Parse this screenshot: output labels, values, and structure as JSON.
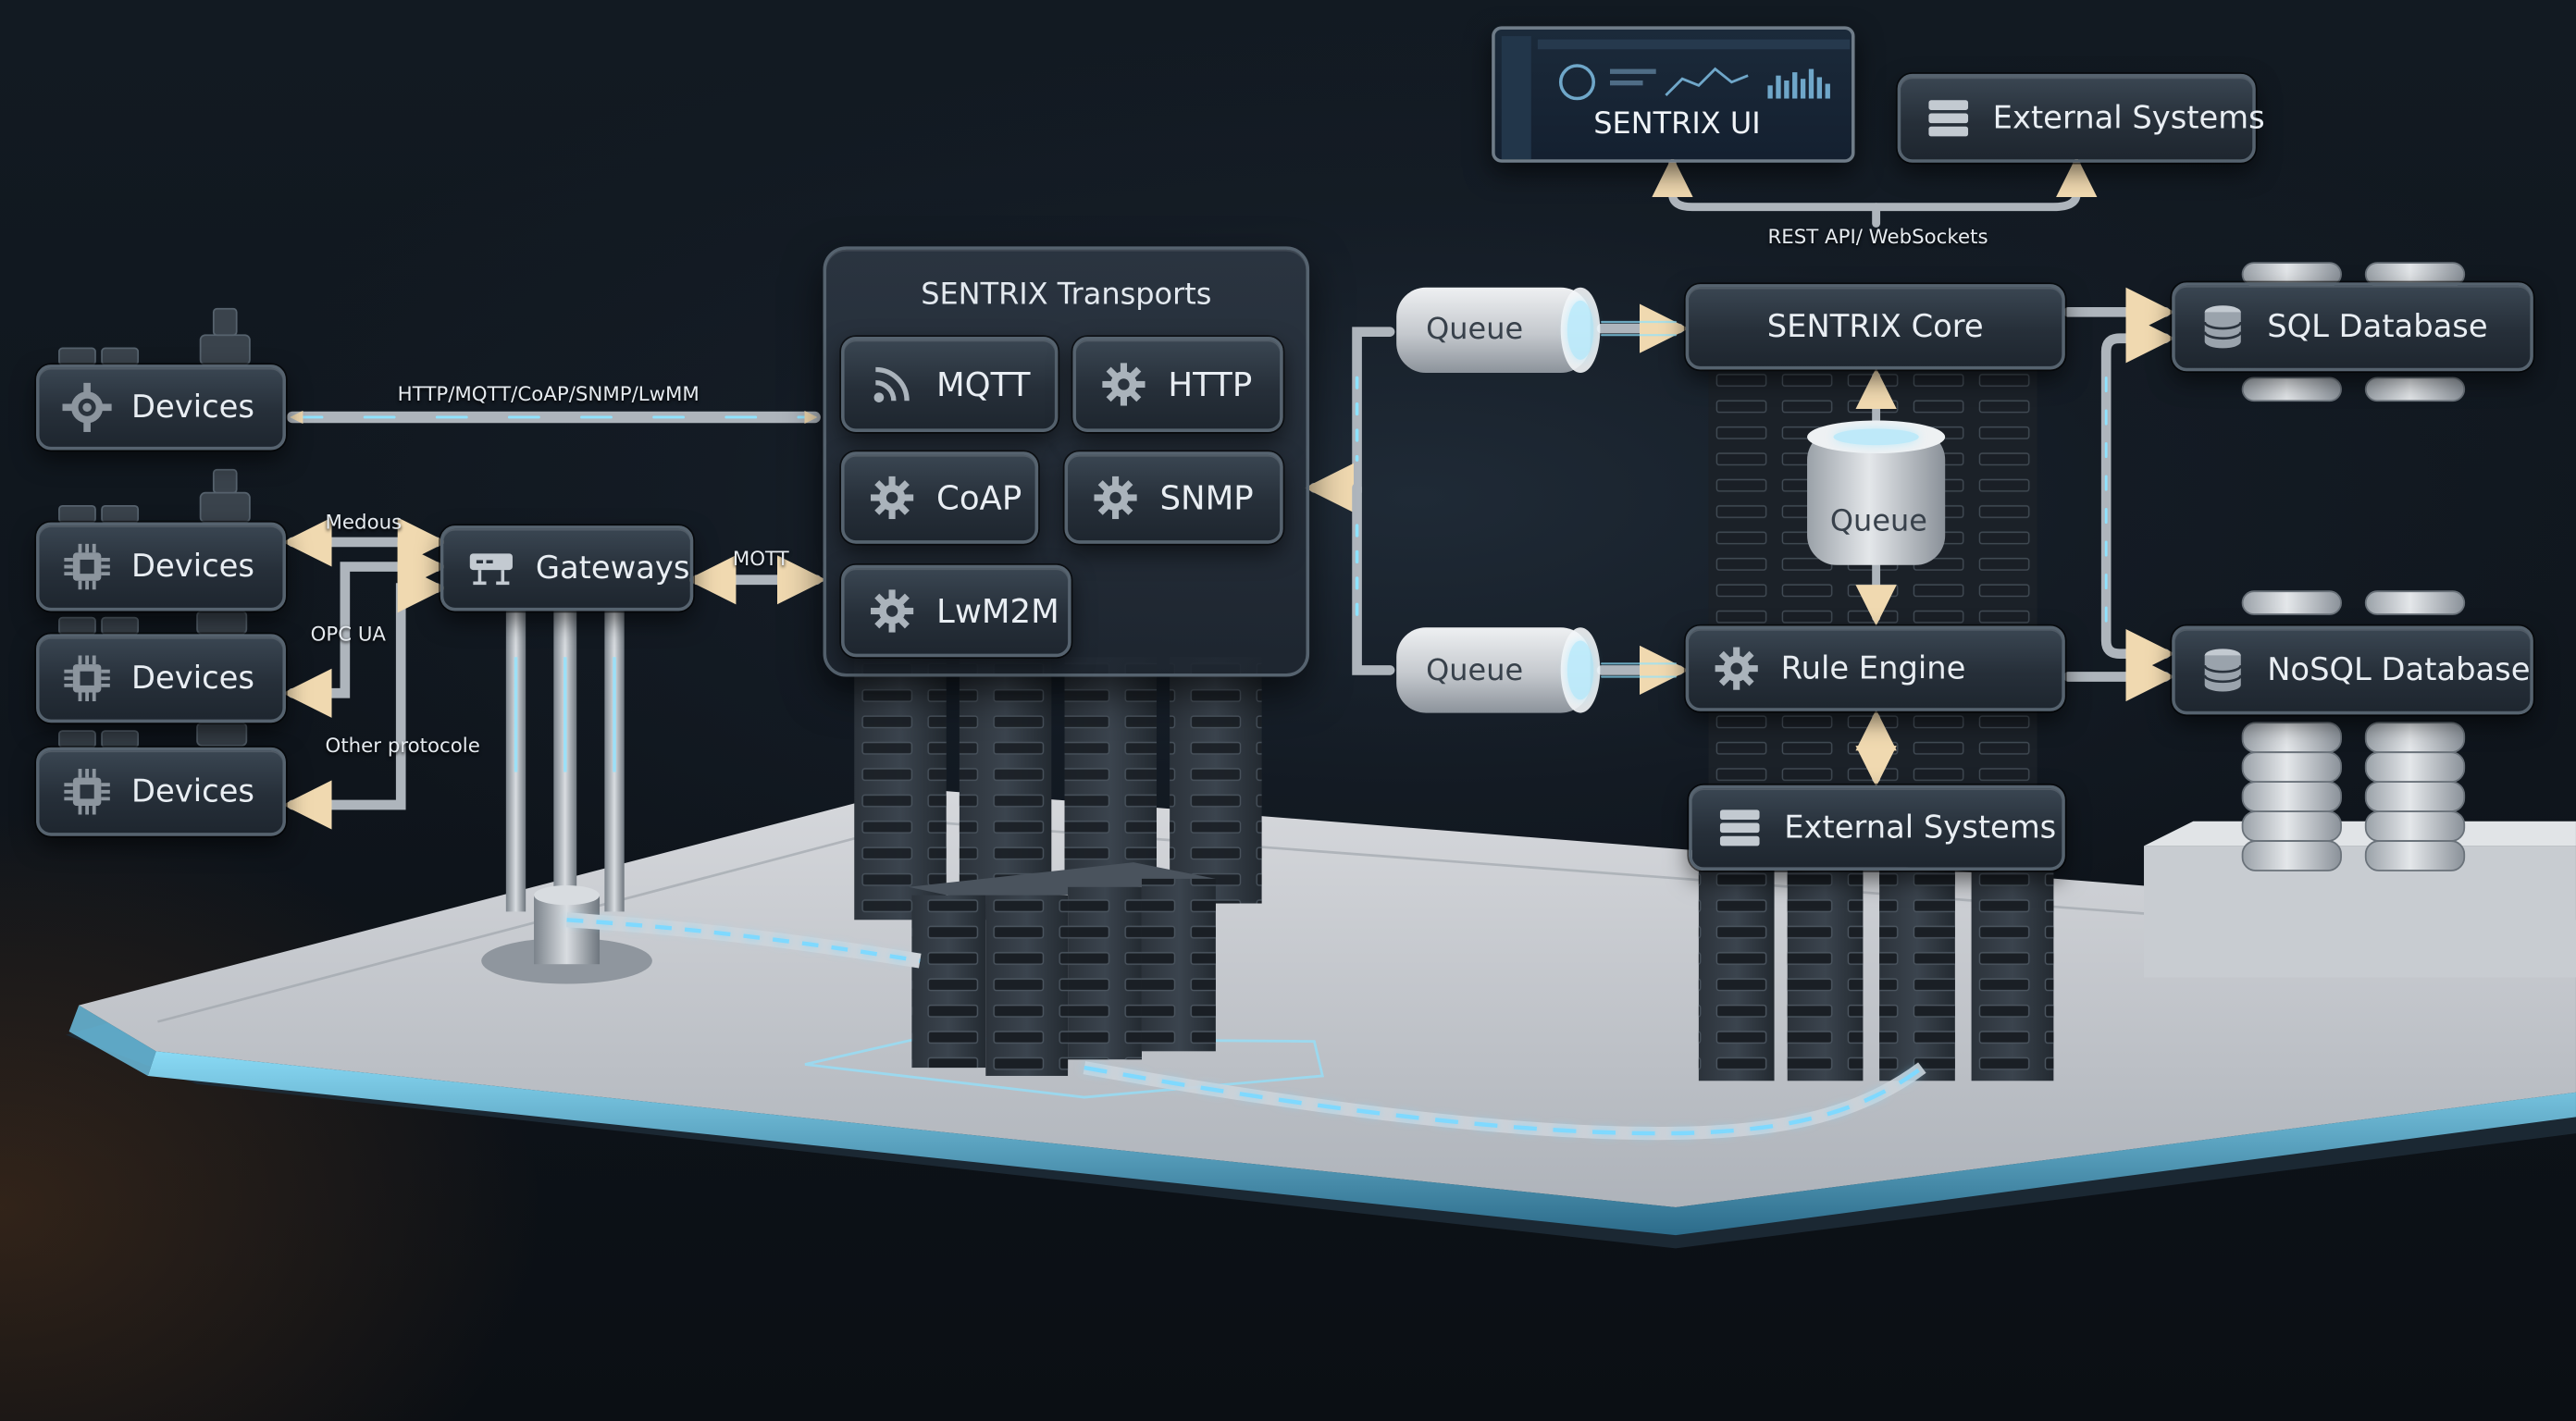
{
  "colors": {
    "background": "#0f151c",
    "node_fill": "#2a333d",
    "node_border": "#56636f",
    "flow_glow": "#7fd9ff",
    "platform": "#c9ccd1",
    "accent_edge": "#6fd0ff"
  },
  "ui": {
    "label": "SENTRIX UI"
  },
  "external_top": {
    "label": "External Systems",
    "icon": "stack-icon"
  },
  "rest_label": "REST API/ WebSockets",
  "transports": {
    "title": "SENTRIX Transports",
    "items": [
      {
        "label": "MQTT",
        "icon": "rss-icon"
      },
      {
        "label": "HTTP",
        "icon": "gear-icon"
      },
      {
        "label": "CoAP",
        "icon": "gear-icon"
      },
      {
        "label": "SNMP",
        "icon": "gear-icon"
      },
      {
        "label": "LwM2M",
        "icon": "gear-icon"
      }
    ]
  },
  "devices": [
    {
      "label": "Devices",
      "icon": "gear-icon"
    },
    {
      "label": "Devices",
      "icon": "chip-icon"
    },
    {
      "label": "Devices",
      "icon": "chip-icon"
    },
    {
      "label": "Devices",
      "icon": "chip-icon"
    }
  ],
  "gateways": {
    "label": "Gateways",
    "icon": "router-icon"
  },
  "protocol_labels": {
    "devices_to_transports": "HTTP/MQTT/CoAP/SNMP/LwMM",
    "medous": "Medous",
    "opc_ua": "OPC UA",
    "other": "Other protocole",
    "gateway_to_transports": "MOTT"
  },
  "queues": {
    "top": "Queue",
    "middle": "Queue",
    "bottom": "Queue"
  },
  "core": {
    "label": "SENTRIX Core"
  },
  "rule_engine": {
    "label": "Rule Engine",
    "icon": "gear-icon"
  },
  "external_bottom": {
    "label": "External Systems",
    "icon": "stack-icon"
  },
  "sql": {
    "label": "SQL Database",
    "icon": "database-icon"
  },
  "nosql": {
    "label": "NoSQL Database",
    "icon": "database-icon"
  }
}
